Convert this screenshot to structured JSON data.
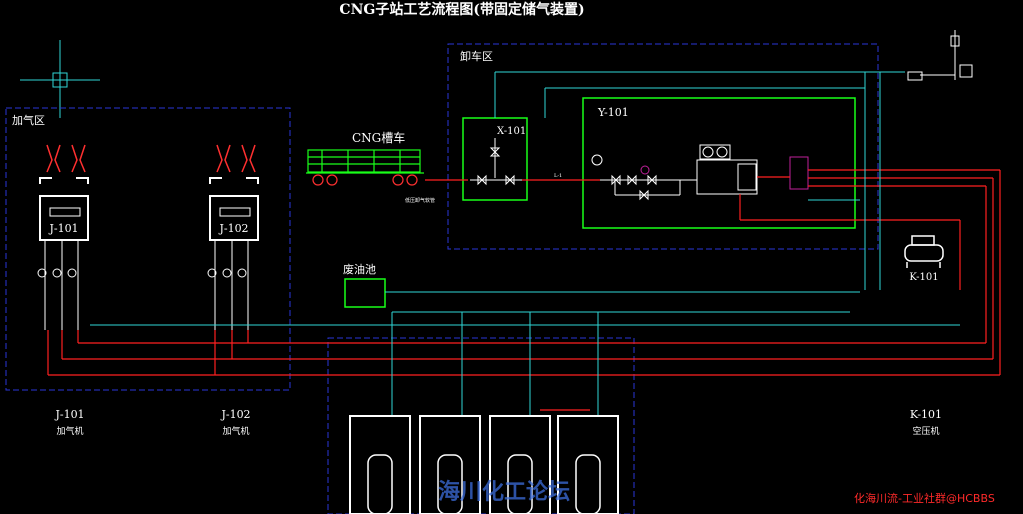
{
  "title": "CNG子站工艺流程图(带固定储气装置)",
  "areas": {
    "unloading": "卸车区",
    "refueling": "加气区",
    "tanker": "CNG槽车",
    "waste_oil": "废油池"
  },
  "equipment": {
    "x101": "X-101",
    "y101": "Y-101",
    "j101": "J-101",
    "j102": "J-102",
    "k101": "K-101"
  },
  "bottom_labels": {
    "j101_tag": "J-101",
    "j101_name": "加气机",
    "j102_tag": "J-102",
    "j102_name": "加气机",
    "k101_tag": "K-101",
    "k101_name": "空压机"
  },
  "small_labels": {
    "low_pressure_hose": "低压卸气软管",
    "line_l1": "L-1"
  },
  "watermarks": {
    "center": "海川化工论坛",
    "corner": "化海川流-工业社群@HCBBS"
  },
  "colors": {
    "background": "#000000",
    "boundary": "#2a36d8",
    "equipment": "#19ff19",
    "process_line": "#ff2020",
    "utility_line": "#2fd6d6",
    "text": "#ffffff"
  }
}
